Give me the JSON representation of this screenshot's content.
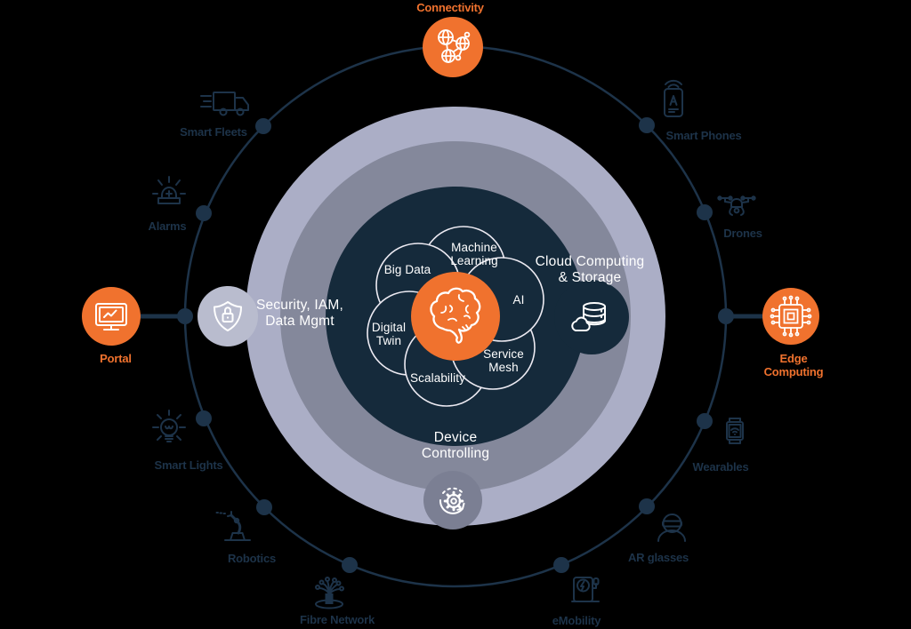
{
  "colors": {
    "accent_orange": "#f0722e",
    "navy_line": "#1d3349",
    "navy_disc": "#152a3b",
    "lavender_ring": "#abaec6",
    "gray_ring": "#84889b",
    "security_circle": "#b9bcce",
    "device_circle": "#7b7f93",
    "white": "#ffffff",
    "background": "#000000"
  },
  "outer_nodes": [
    {
      "id": "connectivity",
      "label": "Connectivity",
      "accent": true,
      "icon": "network-globes-icon"
    },
    {
      "id": "smart-phones",
      "label": "Smart Phones",
      "accent": false,
      "icon": "smartphone-icon"
    },
    {
      "id": "drones",
      "label": "Drones",
      "accent": false,
      "icon": "drone-icon"
    },
    {
      "id": "edge-computing",
      "label": "Edge\nComputing",
      "accent": true,
      "icon": "chip-icon"
    },
    {
      "id": "wearables",
      "label": "Wearables",
      "accent": false,
      "icon": "smartwatch-icon"
    },
    {
      "id": "ar-glasses",
      "label": "AR glasses",
      "accent": false,
      "icon": "ar-headset-icon"
    },
    {
      "id": "emobility",
      "label": "eMobility",
      "accent": false,
      "icon": "ev-charger-icon"
    },
    {
      "id": "fibre-network",
      "label": "Fibre Network",
      "accent": false,
      "icon": "fibre-bundle-icon"
    },
    {
      "id": "robotics",
      "label": "Robotics",
      "accent": false,
      "icon": "robot-arm-icon"
    },
    {
      "id": "smart-lights",
      "label": "Smart Lights",
      "accent": false,
      "icon": "lightbulb-icon"
    },
    {
      "id": "portal",
      "label": "Portal",
      "accent": true,
      "icon": "monitor-chart-icon"
    },
    {
      "id": "alarms",
      "label": "Alarms",
      "accent": false,
      "icon": "siren-icon"
    },
    {
      "id": "smart-fleets",
      "label": "Smart Fleets",
      "accent": false,
      "icon": "truck-icon"
    }
  ],
  "ring_labels": [
    {
      "id": "security",
      "label": "Security, IAM,\nData Mgmt",
      "icon": "shield-lock-icon"
    },
    {
      "id": "cloud",
      "label": "Cloud Computing\n& Storage",
      "icon": "database-cloud-icon"
    },
    {
      "id": "device",
      "label": "Device\nControlling",
      "icon": "gear-sync-icon"
    }
  ],
  "core": {
    "icon": "brain-icon",
    "petals": [
      "Machine\nLearning",
      "Big Data",
      "AI",
      "Digital\nTwin",
      "Scalability",
      "Service\nMesh"
    ]
  }
}
